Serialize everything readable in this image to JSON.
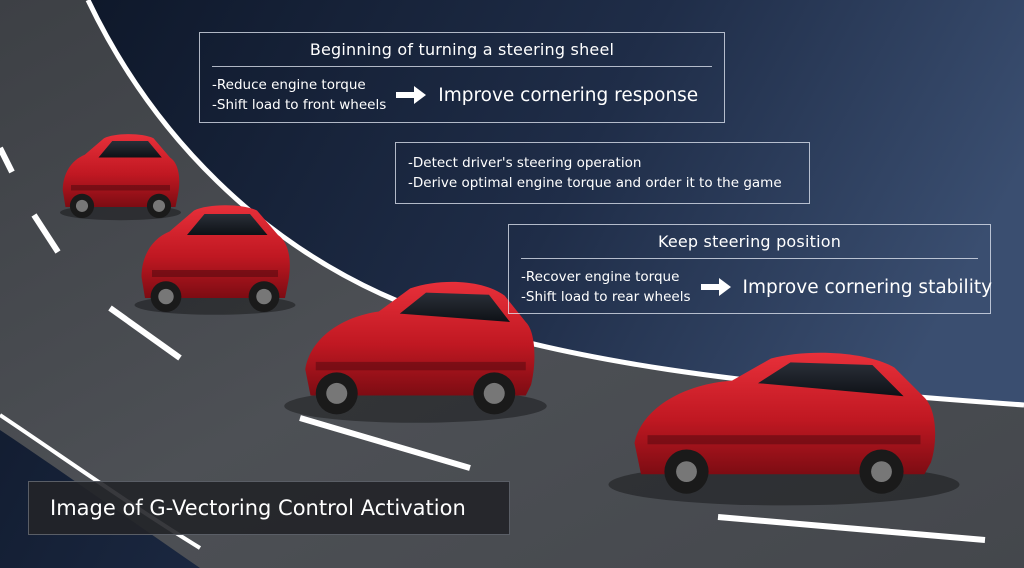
{
  "box1": {
    "title": "Beginning of turning a steering sheel",
    "bullets": [
      "-Reduce engine torque",
      "-Shift load to front wheels"
    ],
    "result": "Improve cornering response"
  },
  "box2": {
    "bullets": [
      "-Detect driver's steering operation",
      "-Derive optimal engine torque and order it to the game"
    ]
  },
  "box3": {
    "title": "Keep steering position",
    "bullets": [
      "-Recover engine torque",
      "-Shift load to rear wheels"
    ],
    "result": "Improve cornering stability"
  },
  "caption": "Image of G-Vectoring Control Activation",
  "colors": {
    "background": "#1a2740",
    "road": "#4a4d52",
    "road_edge": "#ffffff",
    "lane_marking": "#ffffff",
    "car_body": "#c81a24",
    "arrow": "#ffffff"
  }
}
